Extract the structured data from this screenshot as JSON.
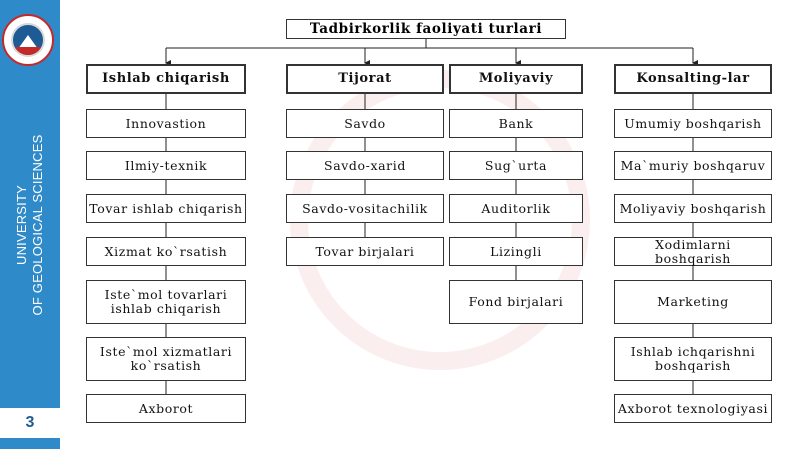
{
  "sidebar": {
    "university_line1": "UNIVERSITY",
    "university_line2": "OF GEOLOGICAL SCIENCES",
    "page_number": "3",
    "colors": {
      "sidebar": "#2e8ac9"
    }
  },
  "diagram": {
    "title": "Tadbirkorlik faoliyati turlari",
    "columns": [
      {
        "header": "Ishlab chiqarish",
        "items": [
          "Innovastion",
          "Ilmiy-texnik",
          "Tovar ishlab chiqarish",
          "Xizmat ko`rsatish",
          "Iste`mol tovarlari ishlab chiqarish",
          "Iste`mol xizmatlari ko`rsatish",
          "Axborot"
        ]
      },
      {
        "header": "Tijorat",
        "items": [
          "Savdo",
          "Savdo-xarid",
          "Savdo-vositachilik",
          "Tovar birjalari"
        ]
      },
      {
        "header": "Moliyaviy",
        "items": [
          "Bank",
          "Sug`urta",
          "Auditorlik",
          "Lizingli",
          "Fond birjalari"
        ]
      },
      {
        "header": "Konsalting-lar",
        "items": [
          "Umumiy boshqarish",
          "Ma`muriy boshqaruv",
          "Moliyaviy boshqarish",
          "Xodimlarni boshqarish",
          "Marketing",
          "Ishlab ichqarishni boshqarish",
          "Axborot texnologiyasi"
        ]
      }
    ]
  }
}
